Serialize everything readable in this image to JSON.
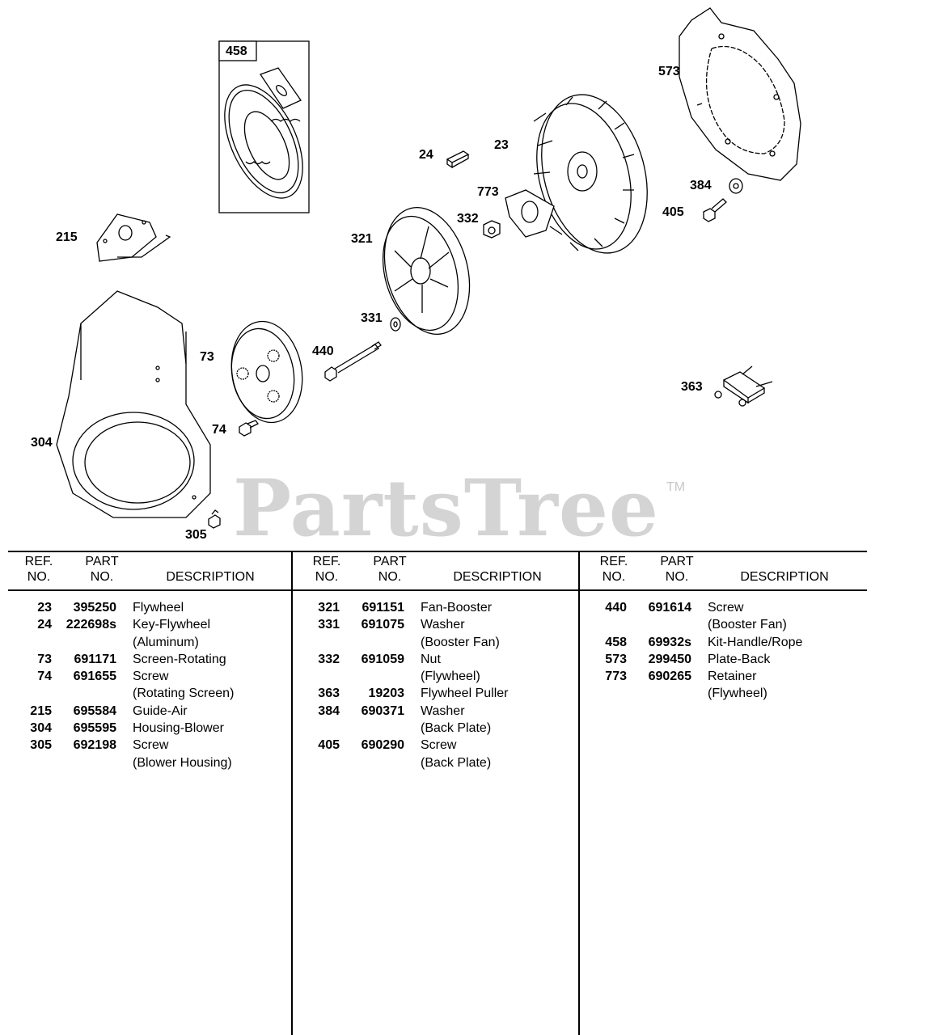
{
  "callouts": {
    "c458": "458",
    "c573": "573",
    "c24": "24",
    "c23": "23",
    "c773": "773",
    "c384": "384",
    "c405": "405",
    "c215": "215",
    "c332": "332",
    "c321": "321",
    "c331": "331",
    "c73": "73",
    "c440": "440",
    "c363": "363",
    "c74": "74",
    "c304": "304",
    "c305": "305"
  },
  "watermark": {
    "text": "PartsTree",
    "tm": "TM"
  },
  "table": {
    "headers": {
      "ref_1": "REF.",
      "ref_2": "NO.",
      "part_1": "PART",
      "part_2": "NO.",
      "desc": "DESCRIPTION"
    },
    "columns": [
      [
        {
          "ref": "23",
          "part": "395250",
          "desc": "Flywheel"
        },
        {
          "ref": "24",
          "part": "222698s",
          "desc": "Key-Flywheel"
        },
        {
          "ref": "",
          "part": "",
          "desc": "(Aluminum)"
        },
        {
          "ref": "73",
          "part": "691171",
          "desc": "Screen-Rotating"
        },
        {
          "ref": "74",
          "part": "691655",
          "desc": "Screw"
        },
        {
          "ref": "",
          "part": "",
          "desc": "(Rotating Screen)"
        },
        {
          "ref": "215",
          "part": "695584",
          "desc": "Guide-Air"
        },
        {
          "ref": "304",
          "part": "695595",
          "desc": "Housing-Blower"
        },
        {
          "ref": "305",
          "part": "692198",
          "desc": "Screw"
        },
        {
          "ref": "",
          "part": "",
          "desc": "(Blower Housing)"
        }
      ],
      [
        {
          "ref": "321",
          "part": "691151",
          "desc": "Fan-Booster"
        },
        {
          "ref": "331",
          "part": "691075",
          "desc": "Washer"
        },
        {
          "ref": "",
          "part": "",
          "desc": "(Booster Fan)"
        },
        {
          "ref": "332",
          "part": "691059",
          "desc": "Nut"
        },
        {
          "ref": "",
          "part": "",
          "desc": "(Flywheel)"
        },
        {
          "ref": "363",
          "part": "19203",
          "desc": "Flywheel Puller"
        },
        {
          "ref": "384",
          "part": "690371",
          "desc": "Washer"
        },
        {
          "ref": "",
          "part": "",
          "desc": "(Back Plate)"
        },
        {
          "ref": "405",
          "part": "690290",
          "desc": "Screw"
        },
        {
          "ref": "",
          "part": "",
          "desc": "(Back Plate)"
        }
      ],
      [
        {
          "ref": "440",
          "part": "691614",
          "desc": "Screw"
        },
        {
          "ref": "",
          "part": "",
          "desc": "(Booster Fan)"
        },
        {
          "ref": "458",
          "part": "69932s",
          "desc": "Kit-Handle/Rope"
        },
        {
          "ref": "573",
          "part": "299450",
          "desc": "Plate-Back"
        },
        {
          "ref": "773",
          "part": "690265",
          "desc": "Retainer"
        },
        {
          "ref": "",
          "part": "",
          "desc": "(Flywheel)"
        }
      ]
    ]
  }
}
